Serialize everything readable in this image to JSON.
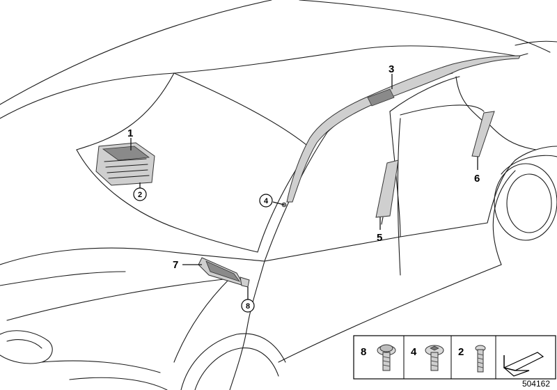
{
  "callouts": {
    "c1": "1",
    "c2": "2",
    "c3": "3",
    "c4": "4",
    "c5": "5",
    "c6": "6",
    "c7": "7",
    "c8": "8"
  },
  "legend": {
    "items": [
      {
        "number": "8",
        "icon": "screw-washer-head-icon"
      },
      {
        "number": "4",
        "icon": "torx-screw-washer-icon"
      },
      {
        "number": "2",
        "icon": "screw-icon"
      }
    ],
    "arrow_icon": "orientation-arrow-icon"
  },
  "diagram_id": "504162"
}
